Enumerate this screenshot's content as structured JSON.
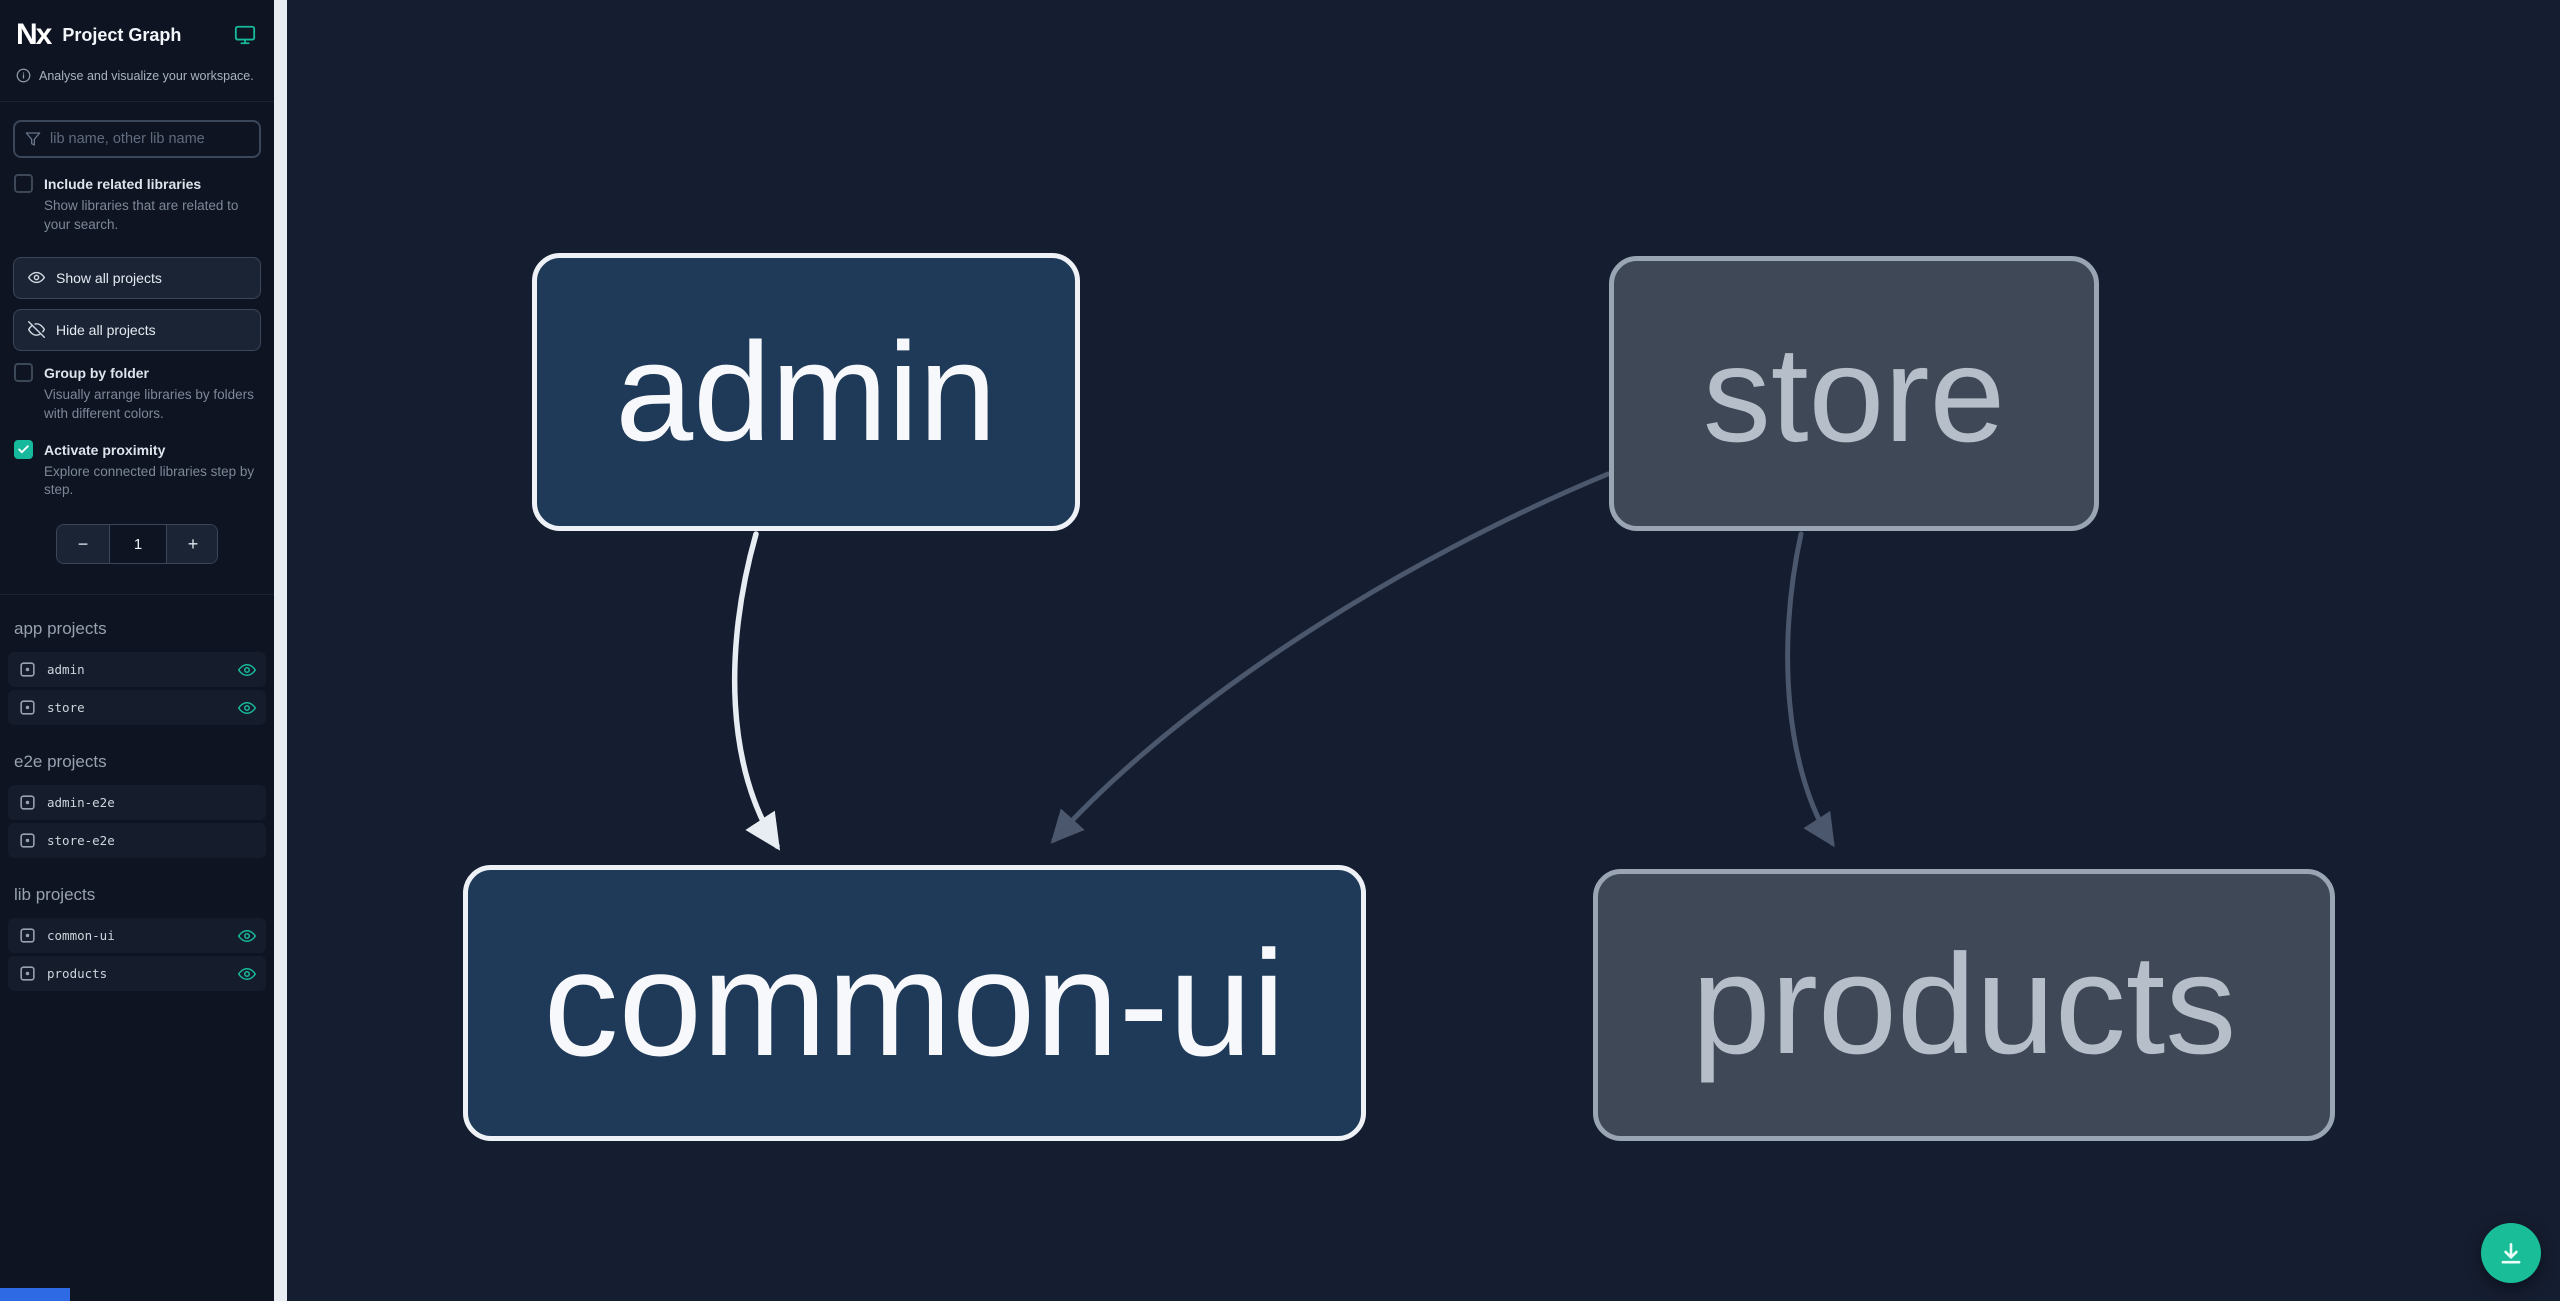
{
  "app": {
    "logo_text": "Nx",
    "title": "Project Graph",
    "tagline": "Analyse and visualize your workspace."
  },
  "filter": {
    "placeholder": "lib name, other lib name",
    "include_related": {
      "label": "Include related libraries",
      "description": "Show libraries that are related to your search.",
      "checked": false
    }
  },
  "actions": {
    "show_all": "Show all projects",
    "hide_all": "Hide all projects"
  },
  "options": {
    "group_by_folder": {
      "label": "Group by folder",
      "description": "Visually arrange libraries by folders with different colors.",
      "checked": false
    },
    "activate_proximity": {
      "label": "Activate proximity",
      "description": "Explore connected libraries step by step.",
      "checked": true,
      "decrement": "−",
      "value": "1",
      "increment": "+"
    }
  },
  "projects": {
    "sections": [
      {
        "heading": "app projects",
        "items": [
          {
            "name": "admin",
            "visible": true
          },
          {
            "name": "store",
            "visible": true
          }
        ]
      },
      {
        "heading": "e2e projects",
        "items": [
          {
            "name": "admin-e2e",
            "visible": false
          },
          {
            "name": "store-e2e",
            "visible": false
          }
        ]
      },
      {
        "heading": "lib projects",
        "items": [
          {
            "name": "common-ui",
            "visible": true
          },
          {
            "name": "products",
            "visible": true
          }
        ]
      }
    ]
  },
  "graph": {
    "nodes": [
      {
        "label": "admin",
        "state": "focused"
      },
      {
        "label": "store",
        "state": "faded"
      },
      {
        "label": "common-ui",
        "state": "focused"
      },
      {
        "label": "products",
        "state": "faded"
      }
    ],
    "edges": [
      {
        "from": "admin",
        "to": "common-ui",
        "state": "focused"
      },
      {
        "from": "store",
        "to": "common-ui",
        "state": "faded"
      },
      {
        "from": "store",
        "to": "products",
        "state": "faded"
      }
    ]
  },
  "colors": {
    "accent": "#17b99c",
    "fab": "#19bd97",
    "focused_node_fill": "#1f3a58",
    "focused_node_border": "#eef2f7",
    "faded_node_fill": "#3e4857",
    "faded_node_border": "#9aa5b3",
    "edge_focused": "#e8edf3",
    "edge_faded": "#4b576c",
    "sidebar_bg": "#0e1421",
    "canvas_bg": "#151d30"
  }
}
